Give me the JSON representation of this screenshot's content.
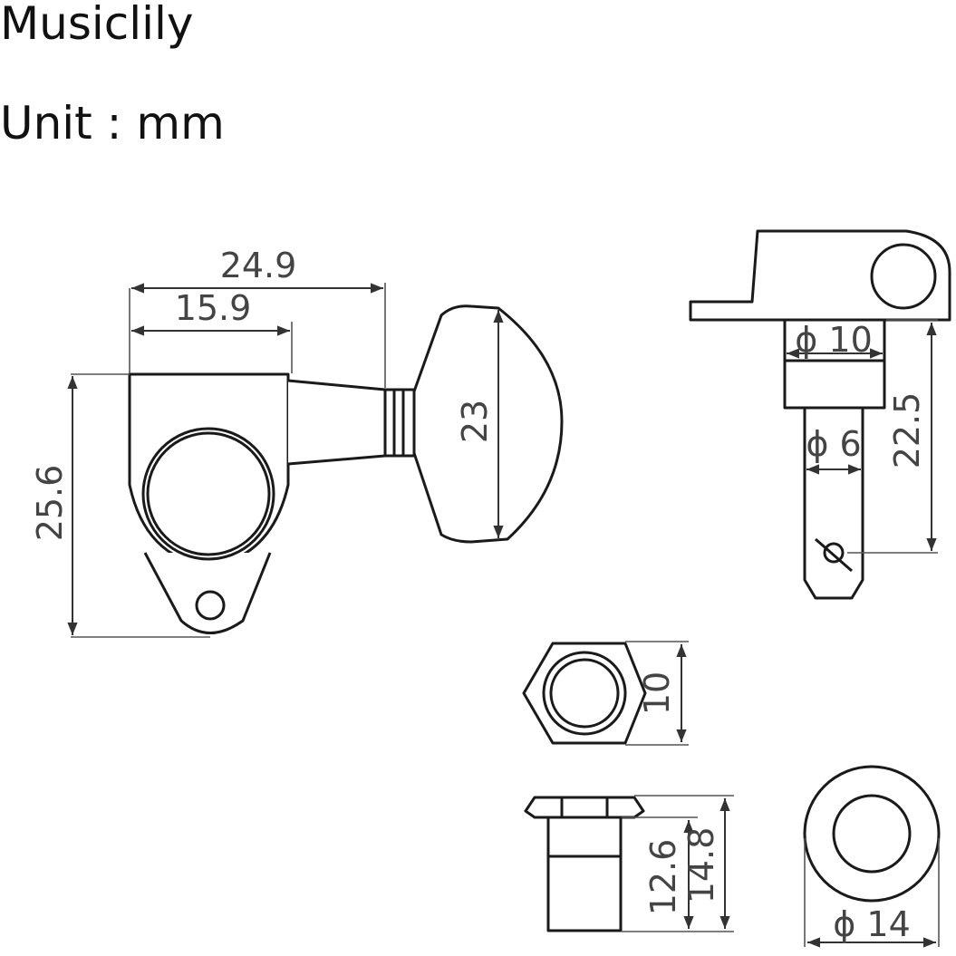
{
  "brand": "Musiclily",
  "unit_label": "Unit : mm",
  "dimensions": {
    "total_width": "24.9",
    "body_width": "15.9",
    "body_height": "25.6",
    "button_height": "23",
    "sleeve_diameter": "ϕ 10",
    "post_diameter": "ϕ 6",
    "post_height": "22.5",
    "nut_size": "10",
    "bushing_inner_height": "12.6",
    "bushing_total_height": "14.8",
    "washer_diameter": "ϕ 14"
  },
  "colors": {
    "line": "#1a1a1a",
    "dimension_text": "#444444",
    "background": "#ffffff"
  }
}
